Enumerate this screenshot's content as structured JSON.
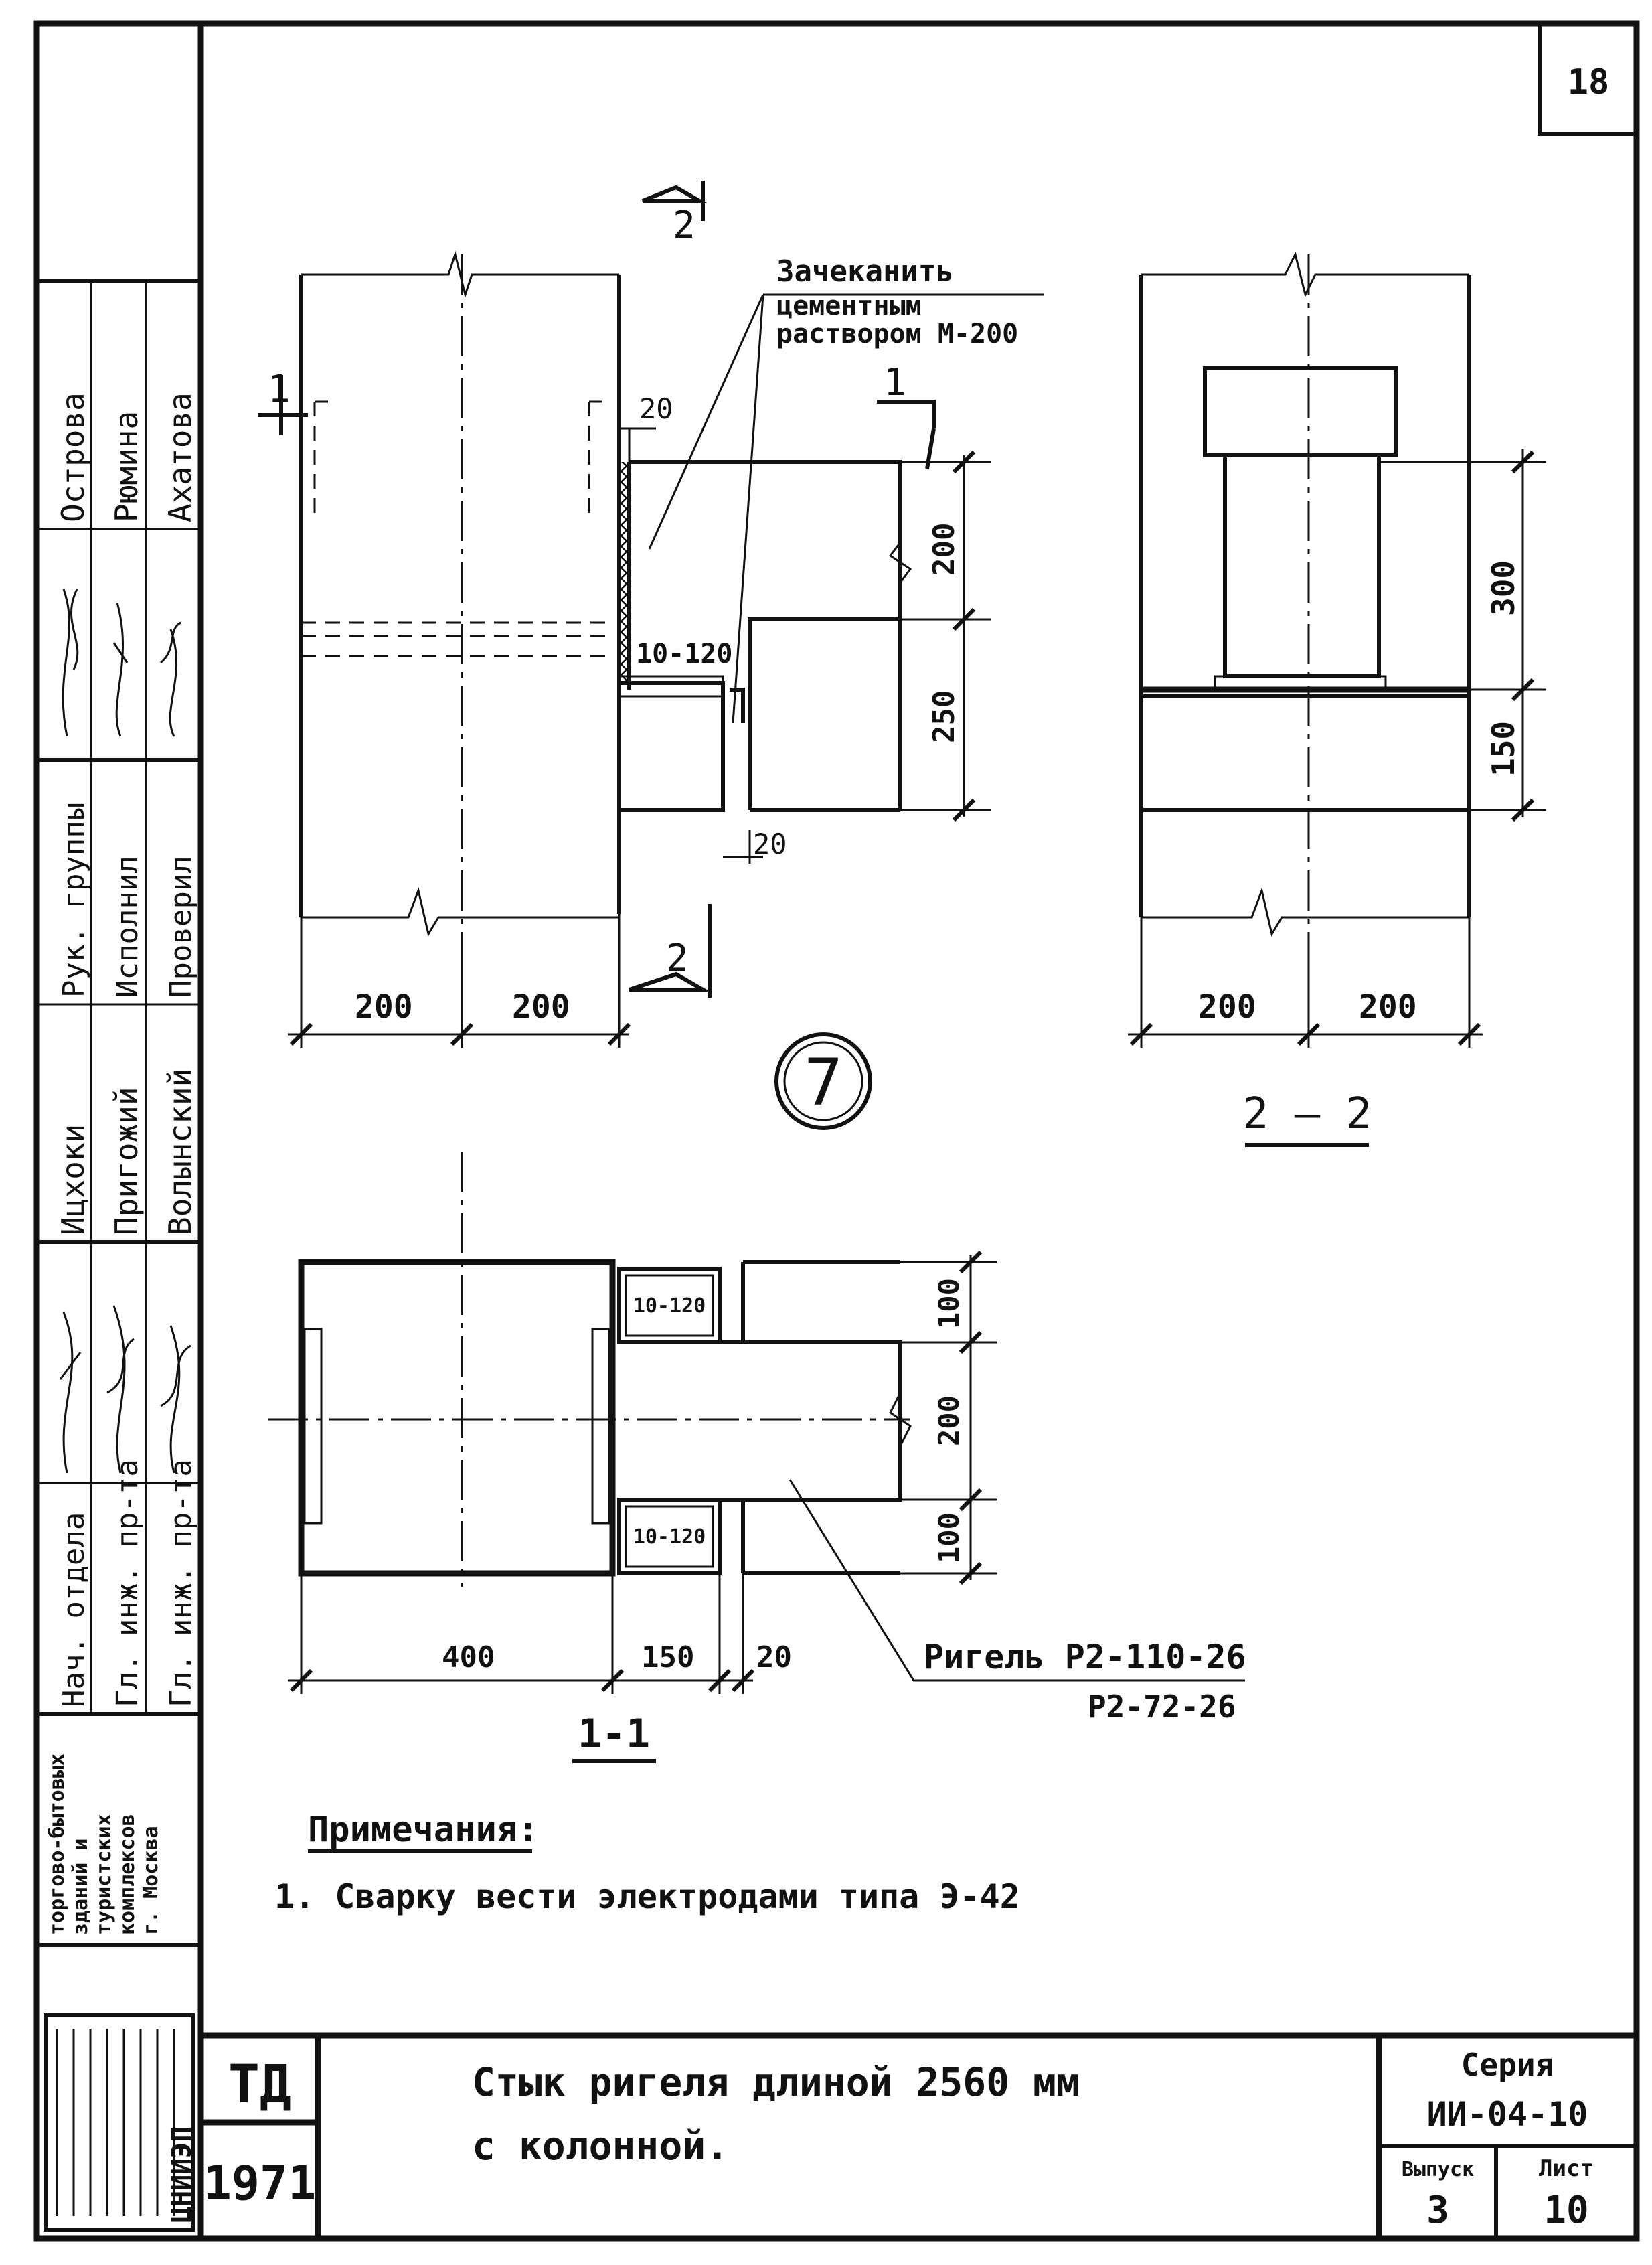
{
  "sheet": {
    "number": "18"
  },
  "title_block": {
    "left_code": "ТД",
    "year": "1971",
    "title_line1": "Стык ригеля длиной 2560 мм",
    "title_line2": "с колонной.",
    "series_label": "Серия",
    "series_value": "ИИ-04-10",
    "issue_label": "Выпуск",
    "issue_value": "3",
    "sheet_label": "Лист",
    "sheet_value": "10"
  },
  "side_block": {
    "org_logo_text": "ЦНИИЭП",
    "org_name": [
      "торгово-бытовых",
      "зданий и",
      "туристских",
      "комплексов",
      "г. Москва"
    ],
    "col1_names": [
      "Острова",
      "Рюмина",
      "Ахатова"
    ],
    "col1_roles": [
      "Рук. группы",
      "Исполнил",
      "Проверил"
    ],
    "col2_names": [
      "Ицхоки",
      "Пригожий",
      "Волынский"
    ],
    "col2_roles": [
      "Нач. отдела",
      "Гл. инж. пр-та",
      "Гл. инж. пр-та"
    ]
  },
  "note_callout": {
    "line1": "Зачеканить",
    "line2": "цементным",
    "line3": "раствором М-200"
  },
  "detail_number": "7",
  "elevation": {
    "section_mark_top": "2",
    "section_mark_bottom": "2",
    "section_mark_left": "1",
    "section_mark_right": "1",
    "dim_gap_top": "20",
    "dim_gap_bottom": "20",
    "dim_seat": "10-120",
    "dim_v_upper": "200",
    "dim_v_lower": "250",
    "dim_h_left": "200",
    "dim_h_right": "200"
  },
  "section_2_2": {
    "label": "2 – 2",
    "dim_v_upper": "300",
    "dim_v_lower": "150",
    "dim_h_left": "200",
    "dim_h_right": "200"
  },
  "section_1_1": {
    "label": "1-1",
    "dim_v_top": "100",
    "dim_v_mid": "200",
    "dim_v_bot": "100",
    "dim_h_col": "400",
    "dim_h_gap": "150",
    "dim_h_end": "20",
    "filler_top": "10-120",
    "filler_bot": "10-120",
    "beam_label_1": "Ригель Р2-110-26",
    "beam_label_2": "Р2-72-26"
  },
  "notes": {
    "heading": "Примечания:",
    "item1": "1. Сварку вести электродами типа Э-42"
  }
}
